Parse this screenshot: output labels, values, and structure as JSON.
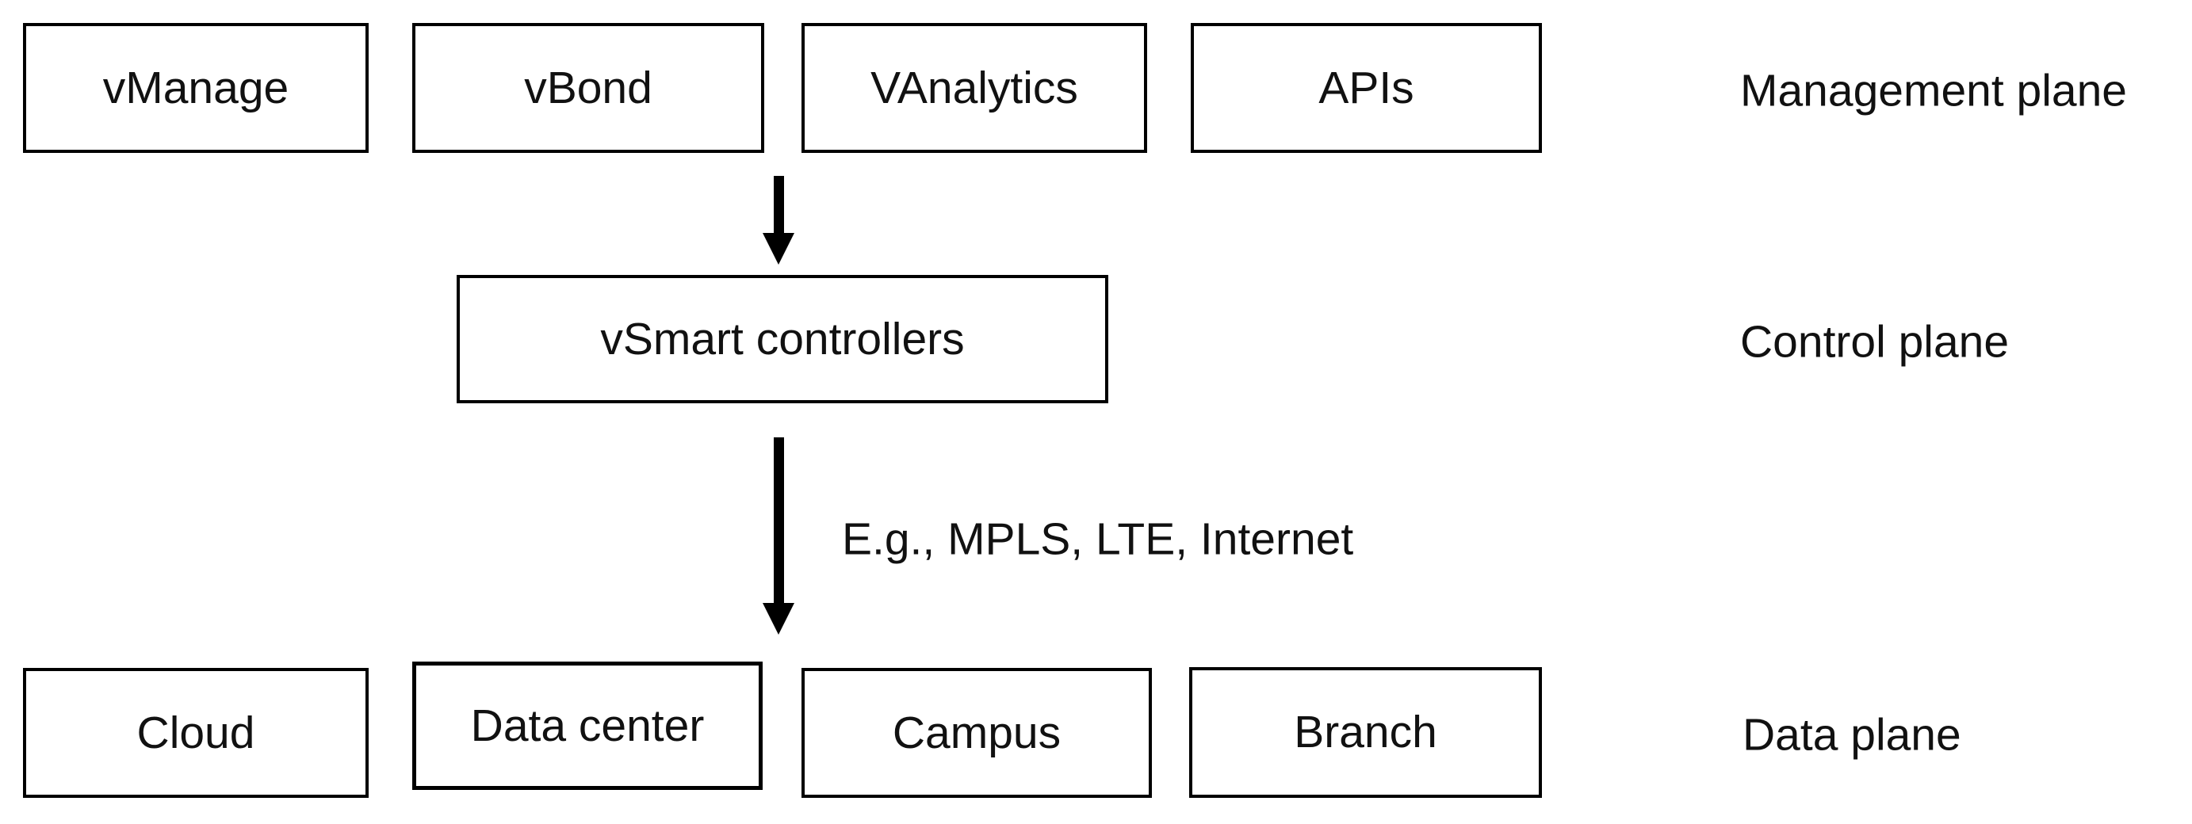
{
  "diagram": {
    "management": {
      "boxes": [
        {
          "label": "vManage"
        },
        {
          "label": "vBond"
        },
        {
          "label": "VAnalytics"
        },
        {
          "label": "APIs"
        }
      ],
      "plane_label": "Management plane"
    },
    "control": {
      "box": {
        "label": "vSmart controllers"
      },
      "plane_label": "Control plane"
    },
    "data": {
      "boxes": [
        {
          "label": "Cloud"
        },
        {
          "label": "Data center"
        },
        {
          "label": "Campus"
        },
        {
          "label": "Branch"
        }
      ],
      "plane_label": "Data plane"
    },
    "transport_arrow_label": "E.g., MPLS, LTE, Internet"
  },
  "colors": {
    "background": "#ffffff",
    "line": "#000000",
    "text": "#111111"
  }
}
